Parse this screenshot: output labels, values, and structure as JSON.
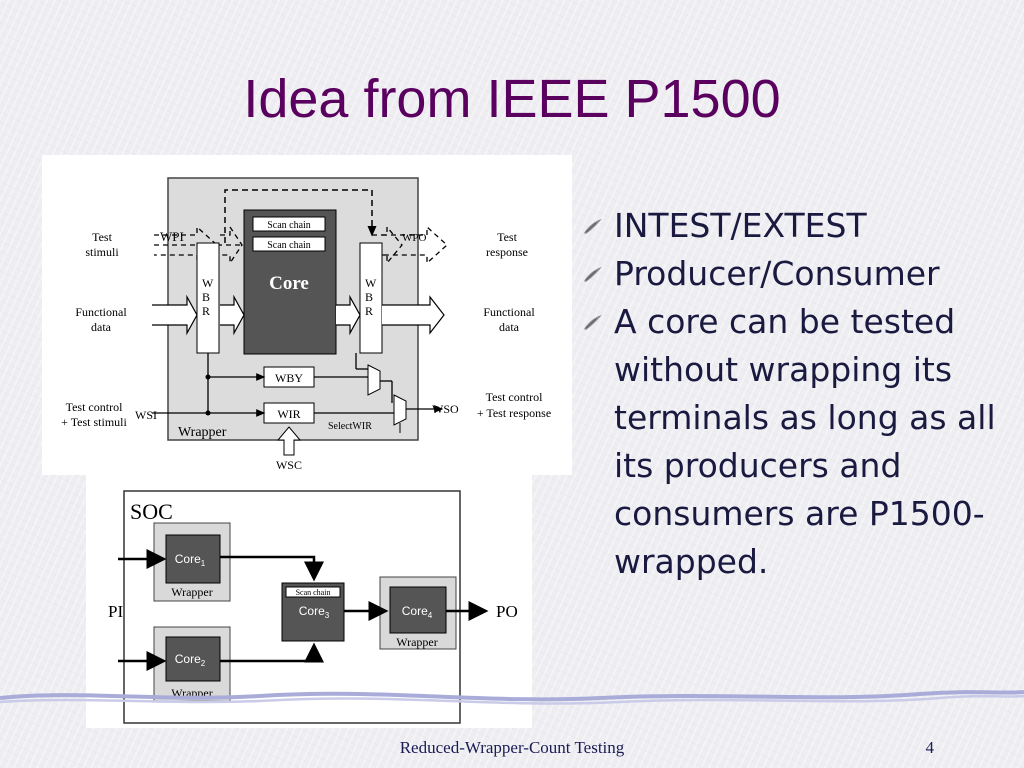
{
  "slide": {
    "title": "Idea from IEEE P1500",
    "footer": "Reduced-Wrapper-Count Testing",
    "page_number": "4"
  },
  "bullets": [
    {
      "text": "INTEST/EXTEST",
      "icon": "quill-bullet-icon"
    },
    {
      "text": "Producer/Consumer",
      "icon": "quill-bullet-icon"
    },
    {
      "text": "A core can be tested without wrapping its terminals as long as all its producers and consumers are P1500-wrapped.",
      "icon": "quill-bullet-icon"
    }
  ],
  "wrapper_figure": {
    "left_labels": {
      "test_stimuli_1": "Test",
      "test_stimuli_2": "stimuli",
      "functional_1": "Functional",
      "functional_2": "data",
      "control_1": "Test control",
      "control_2": "+ Test stimuli"
    },
    "right_labels": {
      "test_response_1": "Test",
      "test_response_2": "response",
      "functional_1": "Functional",
      "functional_2": "data",
      "control_1": "Test control",
      "control_2": "+ Test response"
    },
    "wpi": "WPI",
    "wpo": "WPO",
    "wsi": "WSI",
    "wso": "WSO",
    "wsc": "WSC",
    "wbr_left": [
      "W",
      "B",
      "R"
    ],
    "wbr_right": [
      "W",
      "B",
      "R"
    ],
    "core": "Core",
    "scan_chain_1": "Scan chain",
    "scan_chain_2": "Scan chain",
    "wby": "WBY",
    "wir": "WIR",
    "select_wir": "SelectWIR",
    "wrapper": "Wrapper"
  },
  "soc_figure": {
    "soc": "SOC",
    "pi": "PI",
    "po": "PO",
    "core1": {
      "name": "Core",
      "sub": "1",
      "wrapper": "Wrapper"
    },
    "core2": {
      "name": "Core",
      "sub": "2",
      "wrapper": "Wrapper"
    },
    "core3": {
      "name": "Core",
      "sub": "3",
      "scan_chain": "Scan chain"
    },
    "core4": {
      "name": "Core",
      "sub": "4",
      "wrapper": "Wrapper"
    }
  },
  "colors": {
    "title": "#5a005f",
    "text": "#1a1a40",
    "core_fill": "#555555",
    "wrapper_fill": "#d9d9d9"
  }
}
